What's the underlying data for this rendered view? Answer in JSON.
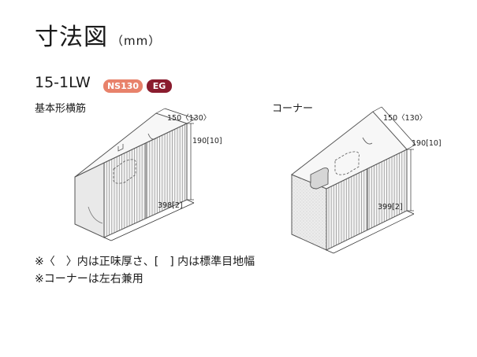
{
  "title": {
    "main": "寸法図",
    "unit": "（mm）"
  },
  "product": {
    "model": "15-1LW",
    "badges": [
      {
        "label": "NS130",
        "color": "#e8826b"
      },
      {
        "label": "EG",
        "color": "#8a1c2e"
      }
    ]
  },
  "blocks": [
    {
      "name": "基本形横筋",
      "width": "150〈130〉",
      "height": "190[10]",
      "length": "398[2]"
    },
    {
      "name": "コーナー",
      "width": "150〈130〉",
      "height": "190[10]",
      "length": "399[2]"
    }
  ],
  "notes": [
    "※〈　〉内は正味厚さ、[　] 内は標準目地幅",
    "※コーナーは左右兼用"
  ]
}
